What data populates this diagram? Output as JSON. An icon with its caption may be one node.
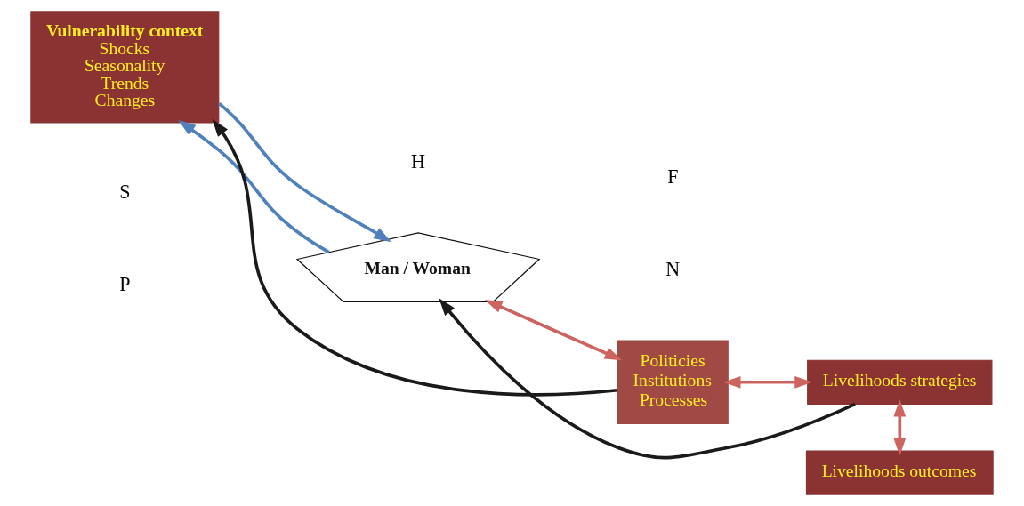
{
  "diagram": {
    "nodes": [
      {
        "text": [
          "Vulnerability context",
          "Shocks",
          "Seasonality",
          "Trends",
          "Changes"
        ]
      },
      {
        "text": [
          "Man / Woman"
        ]
      },
      {
        "text": [
          "Politicies",
          "Institutions",
          "Processes"
        ]
      },
      {
        "text": [
          "Livelihoods outcomes"
        ]
      },
      {
        "text": [
          "Livelihoods strategies"
        ]
      }
    ],
    "edges": [
      {
        "from": 2,
        "to": 0,
        "arrow": "to",
        "color": "#1a1a1a"
      },
      {
        "from": 0,
        "to": 1,
        "arrow": "to",
        "color": "#4f81bd"
      },
      {
        "from": 1,
        "to": 0,
        "arrow": "to",
        "color": "#4f81bd"
      },
      {
        "from": 1,
        "to": 2,
        "arrow": "both",
        "color": "#cd645f"
      },
      {
        "from": 2,
        "to": 4,
        "arrow": "both",
        "color": "#cd645f"
      },
      {
        "from": 4,
        "to": 3,
        "arrow": "both",
        "color": "#cd645f"
      },
      {
        "from": 4,
        "to": 1,
        "arrow": "to",
        "color": "#1a1a1a"
      }
    ],
    "labels": [
      "H",
      "S",
      "N",
      "P",
      "F"
    ]
  }
}
